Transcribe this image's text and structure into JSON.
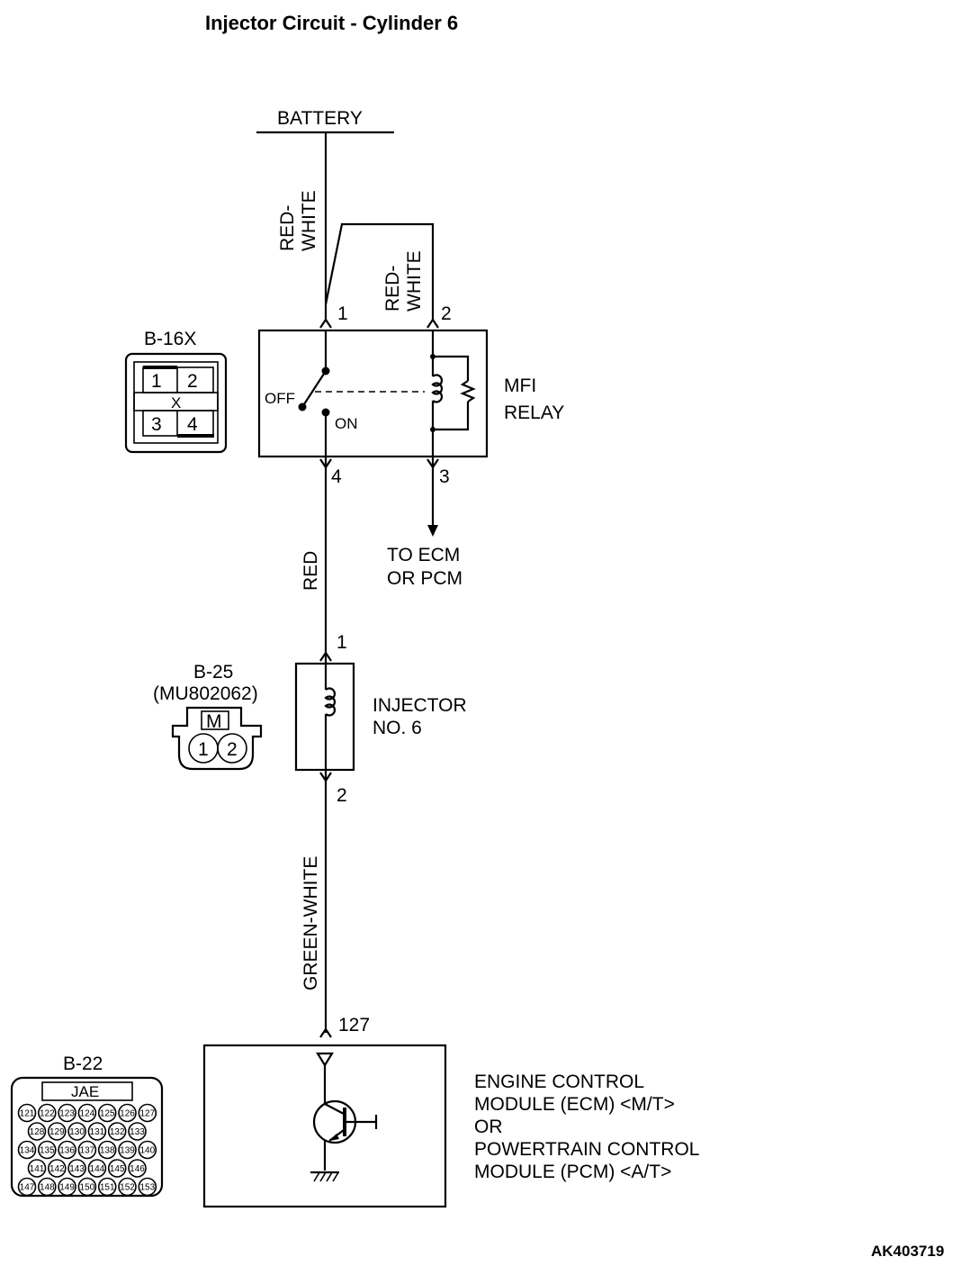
{
  "title": "Injector Circuit - Cylinder 6",
  "battery": {
    "label": "BATTERY"
  },
  "wires": {
    "battery_to_relay": "RED-\nWHITE",
    "relay_pin2_feed": "RED-\nWHITE",
    "relay_to_injector": "RED",
    "injector_to_ecm": "GREEN-WHITE"
  },
  "mfi_relay": {
    "label_line1": "MFI",
    "label_line2": "RELAY",
    "pins": [
      "1",
      "2",
      "3",
      "4"
    ],
    "switch_off": "OFF",
    "switch_on": "ON",
    "output_line1": "TO ECM",
    "output_line2": "OR PCM"
  },
  "connector_b16x": {
    "name": "B-16X",
    "cells": [
      "1",
      "2",
      "X",
      "3",
      "4"
    ]
  },
  "injector": {
    "label_line1": "INJECTOR",
    "label_line2": "NO. 6",
    "pins": [
      "1",
      "2"
    ]
  },
  "connector_b25": {
    "name": "B-25",
    "part": "(MU802062)",
    "key": "M",
    "pins": [
      "1",
      "2"
    ]
  },
  "ecm": {
    "pin": "127",
    "label_lines": [
      "ENGINE CONTROL",
      "MODULE (ECM) <M/T>",
      "OR",
      "POWERTRAIN CONTROL",
      "MODULE (PCM) <A/T>"
    ]
  },
  "connector_b22": {
    "name": "B-22",
    "header": "JAE",
    "rows": [
      [
        "121",
        "122",
        "123",
        "124",
        "125",
        "126",
        "127"
      ],
      [
        "128",
        "129",
        "130",
        "131",
        "132",
        "133"
      ],
      [
        "134",
        "135",
        "136",
        "137",
        "138",
        "139",
        "140"
      ],
      [
        "141",
        "142",
        "143",
        "144",
        "145",
        "146"
      ],
      [
        "147",
        "148",
        "149",
        "150",
        "151",
        "152",
        "153"
      ]
    ]
  },
  "figure_code": "AK403719"
}
